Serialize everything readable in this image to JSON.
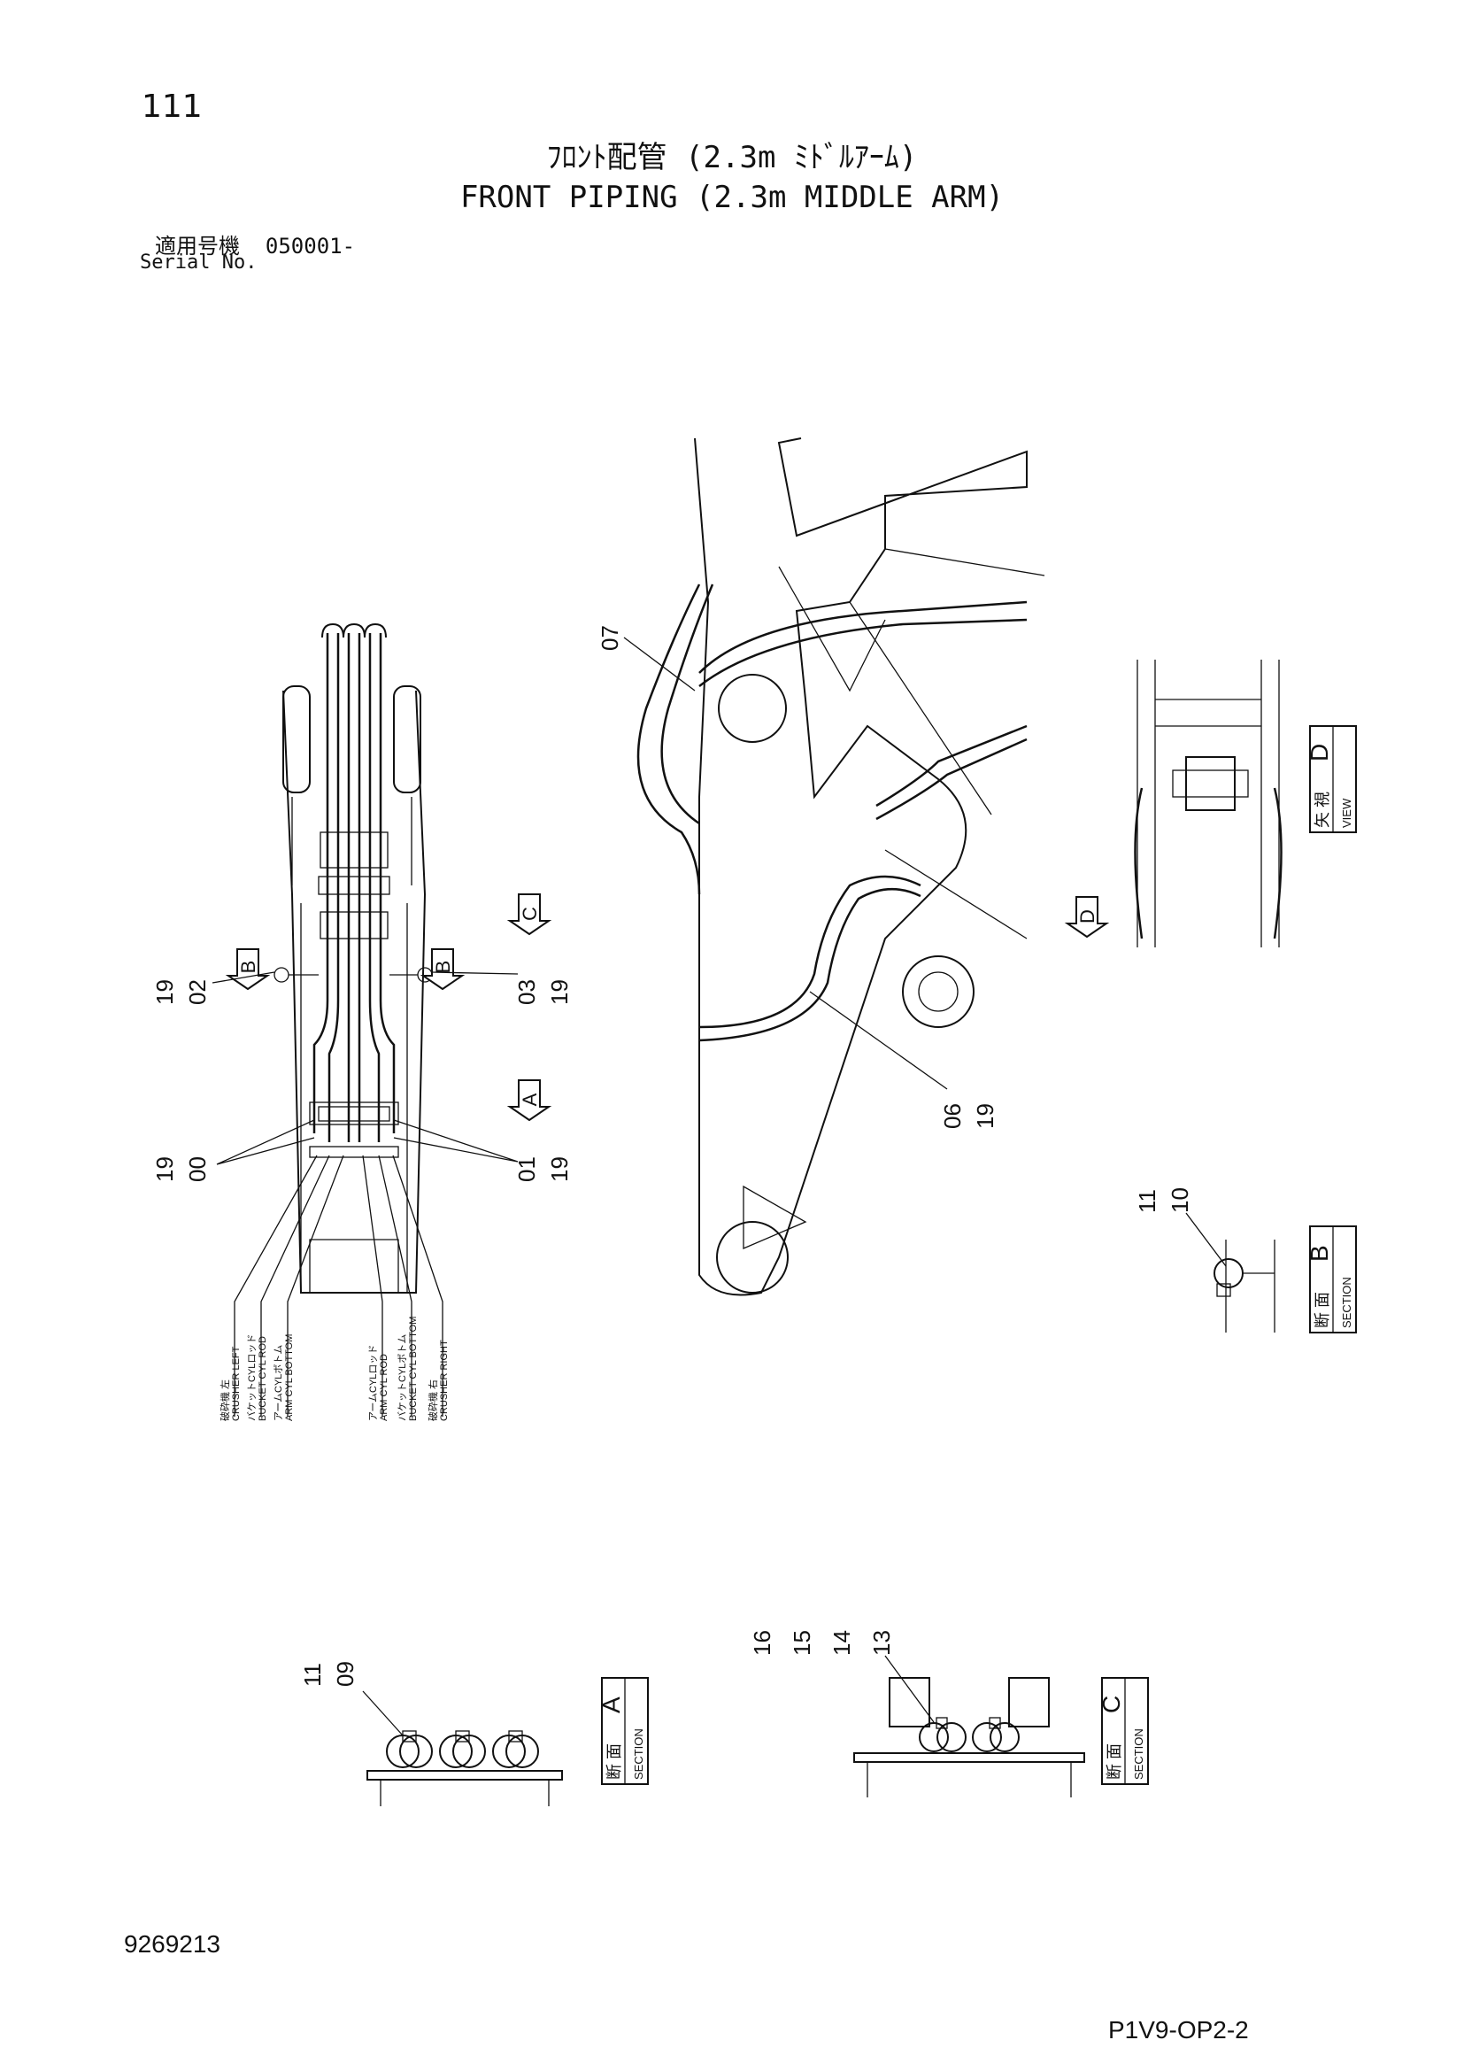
{
  "header": {
    "page_number": "111",
    "title_jp": "ﾌﾛﾝﾄ配管 (2.3m ﾐﾄﾞﾙｱｰﾑ)",
    "title_en": "FRONT PIPING (2.3m MIDDLE ARM)",
    "serial_label_jp": "適用号機",
    "serial_value": "050001-",
    "serial_label_en": "Serial No."
  },
  "footer": {
    "doc_number": "9269213",
    "page_code": "P1V9-OP2-2"
  },
  "callouts": {
    "c_19_02": [
      "19",
      "02"
    ],
    "c_03_19": [
      "03",
      "19"
    ],
    "c_19_00": [
      "19",
      "00"
    ],
    "c_01_19": [
      "01",
      "19"
    ],
    "c_07": "07",
    "c_06_19": [
      "06",
      "19"
    ],
    "c_11_10": [
      "11",
      "10"
    ],
    "c_11_09": [
      "11",
      "09"
    ],
    "c_16_13": [
      "16",
      "15",
      "14",
      "13"
    ]
  },
  "markers": {
    "B_left": "B",
    "B_right": "B",
    "C": "C",
    "A": "A",
    "D": "D"
  },
  "hose_labels": [
    {
      "jp": "破砕機 左",
      "en": "CRUSHER LEFT"
    },
    {
      "jp": "バケットCYLロッド",
      "en": "BUCKET CYL ROD"
    },
    {
      "jp": "アームCYLボトム",
      "en": "ARM CYL BOTTOM"
    },
    {
      "jp": "アームCYLロッド",
      "en": "ARM CYL ROD"
    },
    {
      "jp": "バケットCYLボトム",
      "en": "BUCKET CYL BOTTOM"
    },
    {
      "jp": "破砕機 右",
      "en": "CRUSHER RIGHT"
    }
  ],
  "views": {
    "view_d": {
      "jp": "矢 視",
      "en": "VIEW",
      "letter": "D"
    },
    "section_b": {
      "jp": "断 面",
      "en": "SECTION",
      "letter": "B"
    },
    "section_a": {
      "jp": "断 面",
      "en": "SECTION",
      "letter": "A"
    },
    "section_c": {
      "jp": "断 面",
      "en": "SECTION",
      "letter": "C"
    }
  }
}
